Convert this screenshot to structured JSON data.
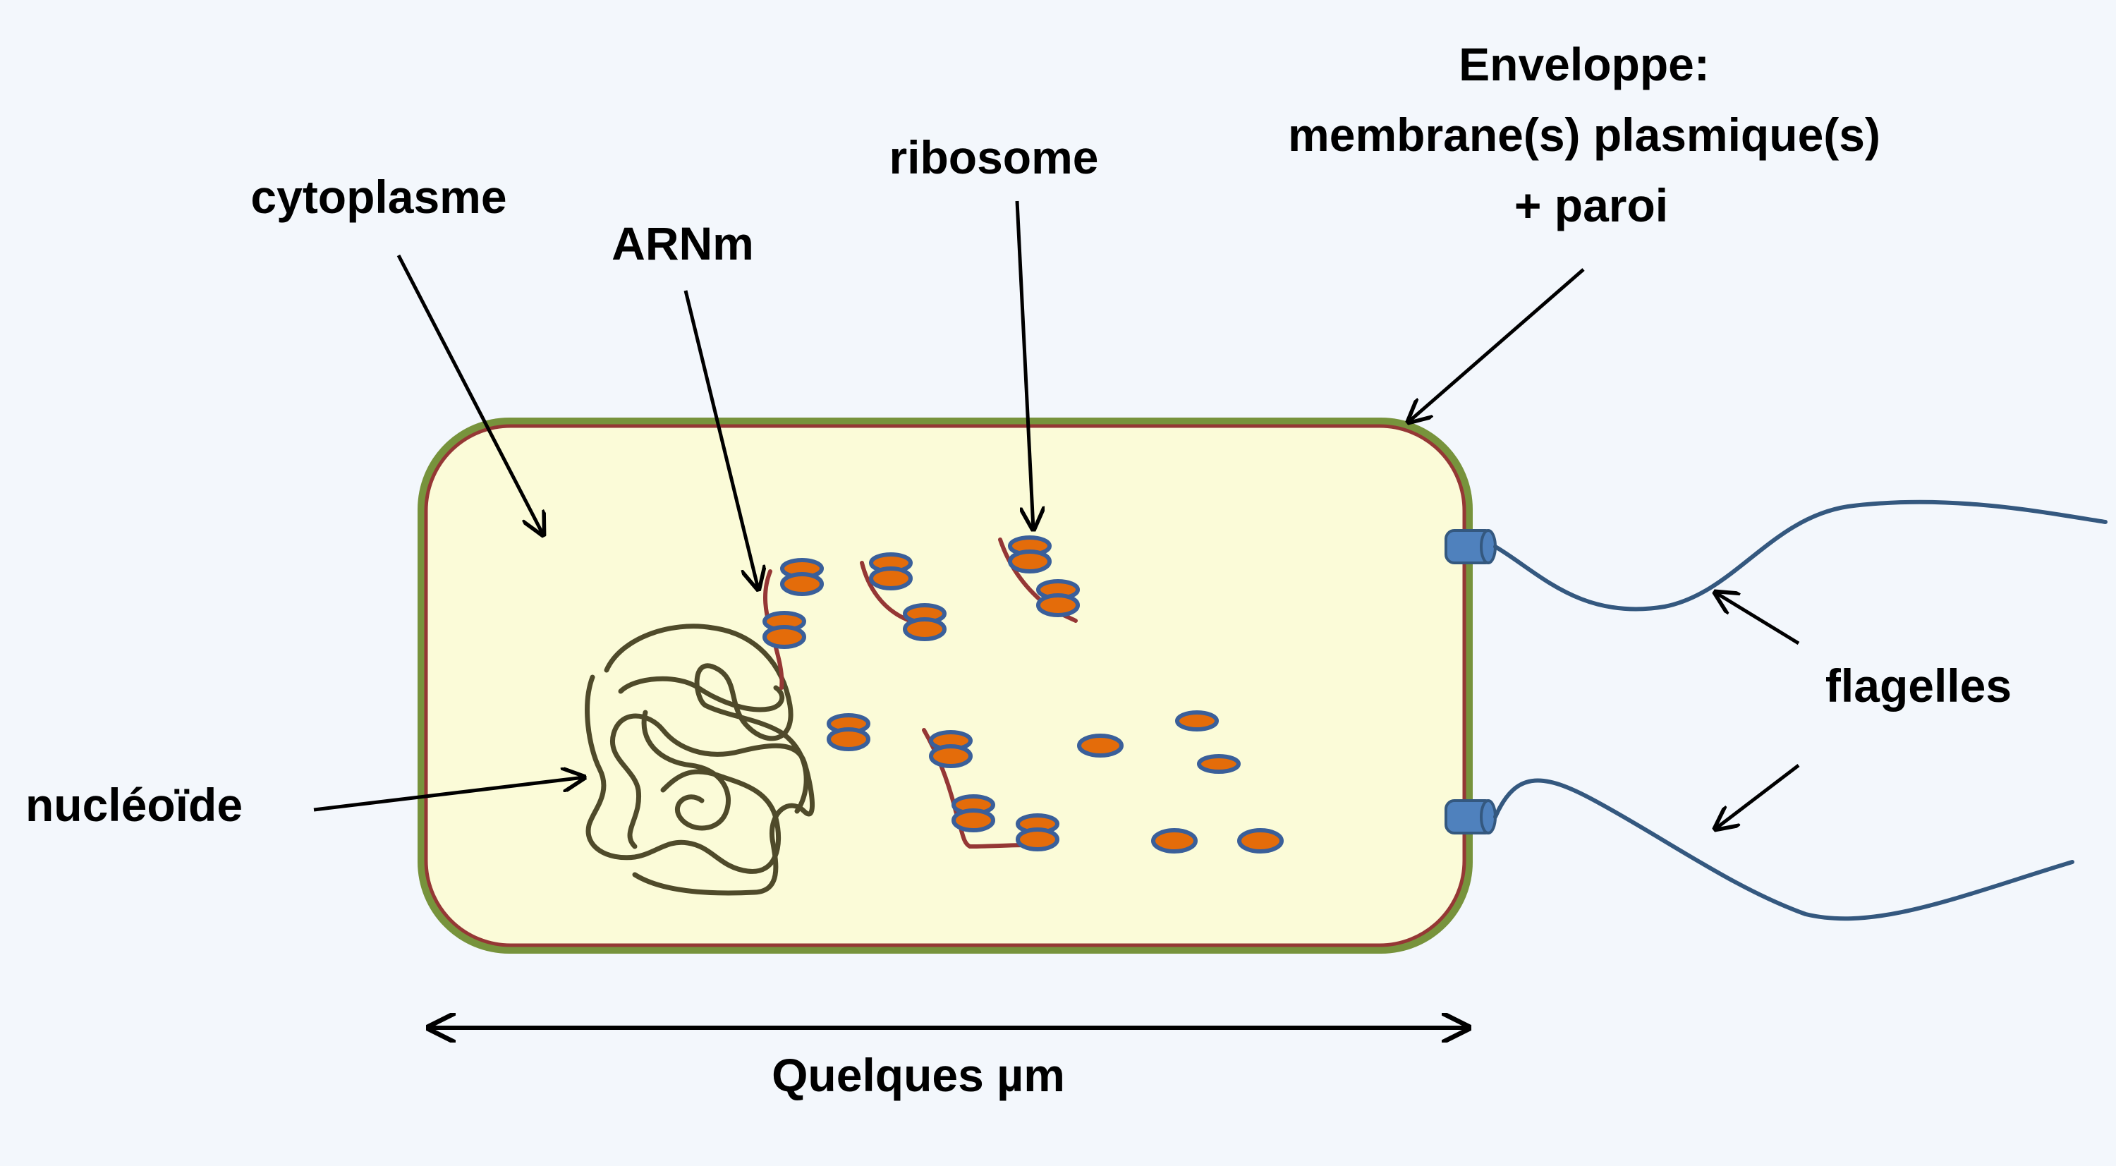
{
  "labels": {
    "cytoplasm": "cytoplasme",
    "mrna": "ARNm",
    "ribosome": "ribosome",
    "envelope_line1": "Enveloppe:",
    "envelope_line2": "membrane(s) plasmique(s)",
    "envelope_line3": "+ paroi",
    "nucleoid": "nucléoïde",
    "flagella": "flagelles",
    "scale": "Quelques µm"
  },
  "colors": {
    "background": "#f3f7fc",
    "cell_wall": "#77933c",
    "membrane": "#953735",
    "cytoplasm": "#fbfbd8",
    "ribosome_fill": "#e46c0a",
    "ribosome_stroke": "#3a5f9a",
    "dna": "#4f4a2a",
    "flagellum": "#34587f",
    "flagellum_base": "#4f81bd"
  },
  "icons": {
    "arrow": "black-arrow-icon",
    "scale_arrow": "double-headed-arrow-icon"
  }
}
